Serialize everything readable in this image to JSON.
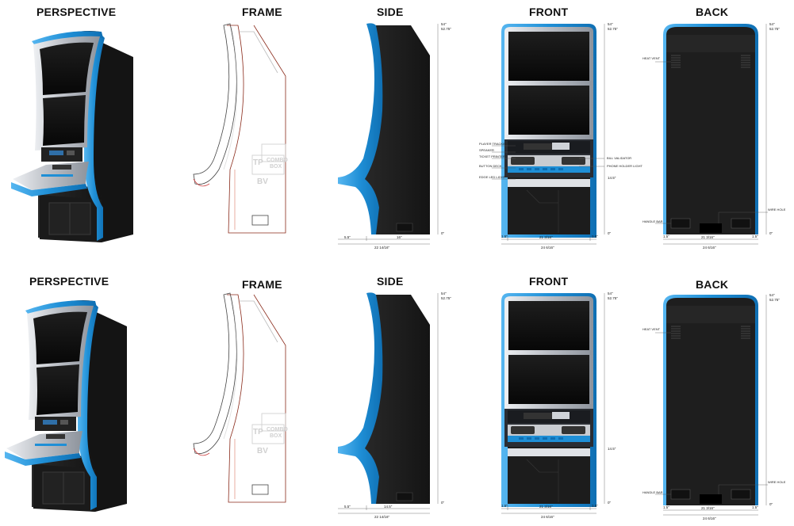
{
  "rows": [
    {
      "titles": {
        "perspective": "PERSPECTIVE",
        "frame": "FRAME",
        "side": "SIDE",
        "front": "FRONT",
        "back": "BACK"
      },
      "frame_labels": {
        "tp": "TP",
        "combo": "COMBO",
        "box": "BOX",
        "bv": "BV"
      },
      "side_dims": {
        "top": "54\"",
        "upper": "52.75\"",
        "bottom": "0\"",
        "left": "5.5\"",
        "mid": "16\"",
        "total": "22 14/16\""
      },
      "front_dims": {
        "top": "54\"",
        "upper": "52.75\"",
        "mid": "14.5\"",
        "bottom": "0\"",
        "left": "1.5\"",
        "center": "21 3/16\"",
        "right": "1.5\"",
        "total": "24 6/16\""
      },
      "front_callouts": {
        "player_tracking": "PLAYER TRACKING",
        "speaker": "SPEAKER",
        "ticket_printer": "TICKET PRINTER",
        "button_deck": "BUTTON DECK",
        "edge_led_light": "EDGE LED LIGHT",
        "bill_validator": "BILL VALIDATOR",
        "phone_holder_light": "PHONE HOLDER LIGHT"
      },
      "back_dims": {
        "top": "54\"",
        "upper": "52.75\"",
        "bottom": "0\"",
        "left": "1.5\"",
        "center": "21 3/16\"",
        "right": "1.5\"",
        "total": "24 6/16\""
      },
      "back_callouts": {
        "heat_vent": "HEAT VENT",
        "handle_bar": "HANDLE BAR",
        "wire_hole": "WIRE HOLE"
      }
    },
    {
      "titles": {
        "perspective": "PERSPECTIVE",
        "frame": "FRAME",
        "side": "SIDE",
        "front": "FRONT",
        "back": "BACK"
      },
      "frame_labels": {
        "tp": "TP",
        "combo": "COMBO",
        "box": "BOX",
        "bv": "BV"
      },
      "side_dims": {
        "top": "54\"",
        "upper": "52.75\"",
        "bottom": "0\"",
        "left": "5.5\"",
        "mid": "14.5\"",
        "total": "22 14/16\""
      },
      "front_dims": {
        "top": "54\"",
        "upper": "52.75\"",
        "mid": "14.5\"",
        "bottom": "0\"",
        "left": "1.5\"",
        "center": "21 3/16\"",
        "right": "1.5\"",
        "total": "24 6/16\""
      },
      "front_callouts": {},
      "back_dims": {
        "top": "54\"",
        "upper": "52.75\"",
        "bottom": "0\"",
        "left": "1.5\"",
        "center": "21 3/16\"",
        "right": "1.5\"",
        "total": "24 6/16\""
      },
      "back_callouts": {
        "heat_vent": "HEAT VENT",
        "handle_bar": "HANDLE BAR",
        "wire_hole": "WIRE HOLE"
      }
    }
  ],
  "colors": {
    "blue": "#1f8fd6",
    "cabinet": "#1c1c1c",
    "screen": "#0d0d0d",
    "silver": "#c9ccd1",
    "frame_line": "#8a2a1a"
  }
}
